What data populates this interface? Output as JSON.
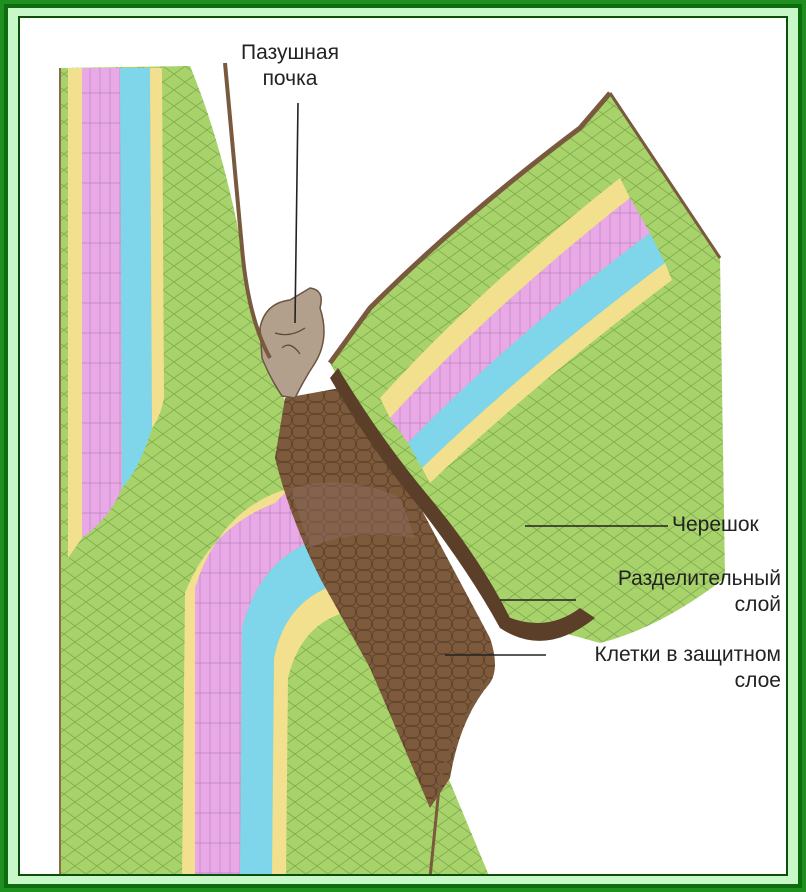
{
  "labels": {
    "bud": "Пазушная почка",
    "bud_line1": "Пазушная",
    "bud_line2": "почка",
    "petiole": "Черешок",
    "separation_line1": "Разделительный",
    "separation_line2": "слой",
    "protective_line1": "Клетки в защитном",
    "protective_line2": "слое"
  },
  "colors": {
    "frame_outer": "#1f8f1f",
    "frame_inner": "#c8f7c8",
    "parenchyma": "#a7d36a",
    "phloem": "#e9a8e6",
    "xylem": "#7fd6ea",
    "cambium": "#f2e08f",
    "epidermis": "#7a5a3e",
    "protective_layer": "#7d5a3c"
  }
}
